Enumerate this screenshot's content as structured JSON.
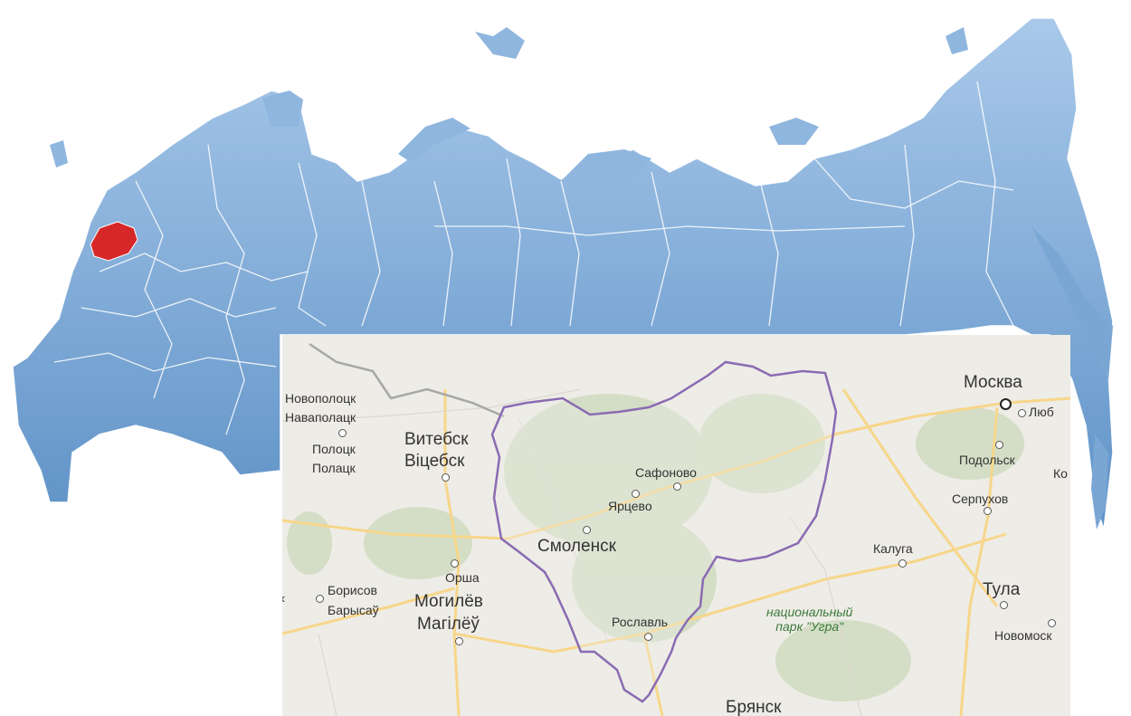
{
  "colors": {
    "russia_fill": "#7aa6d4",
    "highlight_region": "#d62828",
    "map_background": "#eeece6",
    "region_border": "#8a6bb3",
    "road": "#f7d68a",
    "forest": "#cfdcc0"
  },
  "overview_map": {
    "highlighted_region": "smolensk-oblast"
  },
  "region_map": {
    "cities": [
      {
        "id": "moskva",
        "label": "Москва",
        "size": "big",
        "capital": true
      },
      {
        "id": "lyub",
        "label": "Люб",
        "size": "small"
      },
      {
        "id": "podolsk",
        "label": "Подольск",
        "size": "small"
      },
      {
        "id": "ko",
        "label": "Ко",
        "size": "small"
      },
      {
        "id": "serpukhov",
        "label": "Серпухов",
        "size": "small"
      },
      {
        "id": "kaluga",
        "label": "Калуга",
        "size": "small"
      },
      {
        "id": "tula",
        "label": "Тула",
        "size": "big"
      },
      {
        "id": "novomosk",
        "label": "Новомоск",
        "size": "small"
      },
      {
        "id": "novopolotsk",
        "label": "Новополоцк",
        "size": "small"
      },
      {
        "id": "navapolatsk",
        "label": "Наваполацк",
        "size": "small"
      },
      {
        "id": "polotsk",
        "label": "Полоцк",
        "size": "small"
      },
      {
        "id": "polatsk",
        "label": "Полацк",
        "size": "small"
      },
      {
        "id": "vitebsk",
        "label": "Витебск",
        "size": "big"
      },
      {
        "id": "vitsebsk",
        "label": "Віцебск",
        "size": "big"
      },
      {
        "id": "safonovo",
        "label": "Сафоново",
        "size": "small"
      },
      {
        "id": "yartsevo",
        "label": "Ярцево",
        "size": "small"
      },
      {
        "id": "smolensk",
        "label": "Смоленск",
        "size": "big"
      },
      {
        "id": "orsha",
        "label": "Орша",
        "size": "small"
      },
      {
        "id": "borisov",
        "label": "Борисов",
        "size": "small"
      },
      {
        "id": "barysau",
        "label": "Барысаў",
        "size": "small"
      },
      {
        "id": "mogilev",
        "label": "Могилёв",
        "size": "big"
      },
      {
        "id": "magileu",
        "label": "Магілёў",
        "size": "big"
      },
      {
        "id": "roslavl",
        "label": "Рославль",
        "size": "small"
      },
      {
        "id": "bryansk",
        "label": "Брянск",
        "size": "big"
      }
    ],
    "park": {
      "line1": "национальный",
      "line2": "парк \"Угра\""
    }
  }
}
